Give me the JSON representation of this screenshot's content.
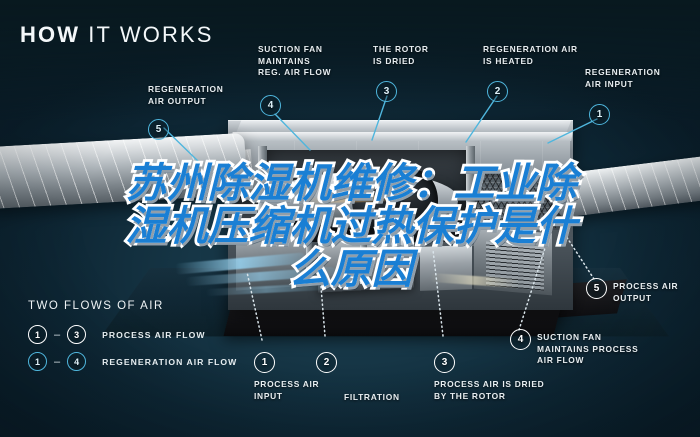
{
  "headline": {
    "bold": "HOW",
    "light": "IT WORKS"
  },
  "overlay": {
    "line1": "苏州除湿机维修：工业除",
    "line2": "湿机压缩机过热保护是什",
    "line3": "么原因",
    "fill_color": "#1a7fd4",
    "stroke_color": "#ffffff"
  },
  "colors": {
    "background": "#0c2230",
    "accent_cyan": "#4fb6dd",
    "text": "#e8eef1"
  },
  "annotations": [
    {
      "id": "a5",
      "number": "5",
      "label": "REGENERATION\nAIR OUTPUT",
      "style": "cyan"
    },
    {
      "id": "a4top",
      "number": "4",
      "label": "SUCTION FAN\nMAINTAINS\nREG. AIR FLOW",
      "style": "cyan"
    },
    {
      "id": "a3top",
      "number": "3",
      "label": "THE ROTOR\nIS DRIED",
      "style": "cyan"
    },
    {
      "id": "a2top",
      "number": "2",
      "label": "REGENERATION AIR\nIS HEATED",
      "style": "cyan"
    },
    {
      "id": "a1top",
      "number": "1",
      "label": "REGENERATION\nAIR INPUT",
      "style": "cyan"
    },
    {
      "id": "a5right",
      "number": "5",
      "label": "PROCESS AIR\nOUTPUT",
      "style": "white"
    },
    {
      "id": "a4bot",
      "number": "4",
      "label": "SUCTION FAN\nMAINTAINS PROCESS\nAIR FLOW",
      "style": "white"
    },
    {
      "id": "a3bot",
      "number": "3",
      "label": "PROCESS AIR IS DRIED\nBY THE ROTOR",
      "style": "white"
    },
    {
      "id": "a2bot",
      "number": "2",
      "label": "FILTRATION",
      "style": "white"
    },
    {
      "id": "a1bot",
      "number": "1",
      "label": "PROCESS AIR\nINPUT",
      "style": "white"
    }
  ],
  "legend": {
    "title": "TWO FLOWS OF AIR",
    "rows": [
      {
        "from": "1",
        "dash": "–",
        "to": "3",
        "text": "PROCESS AIR FLOW",
        "style": "white"
      },
      {
        "from": "1",
        "dash": "–",
        "to": "4",
        "text": "REGENERATION AIR FLOW",
        "style": "cyan"
      }
    ]
  }
}
